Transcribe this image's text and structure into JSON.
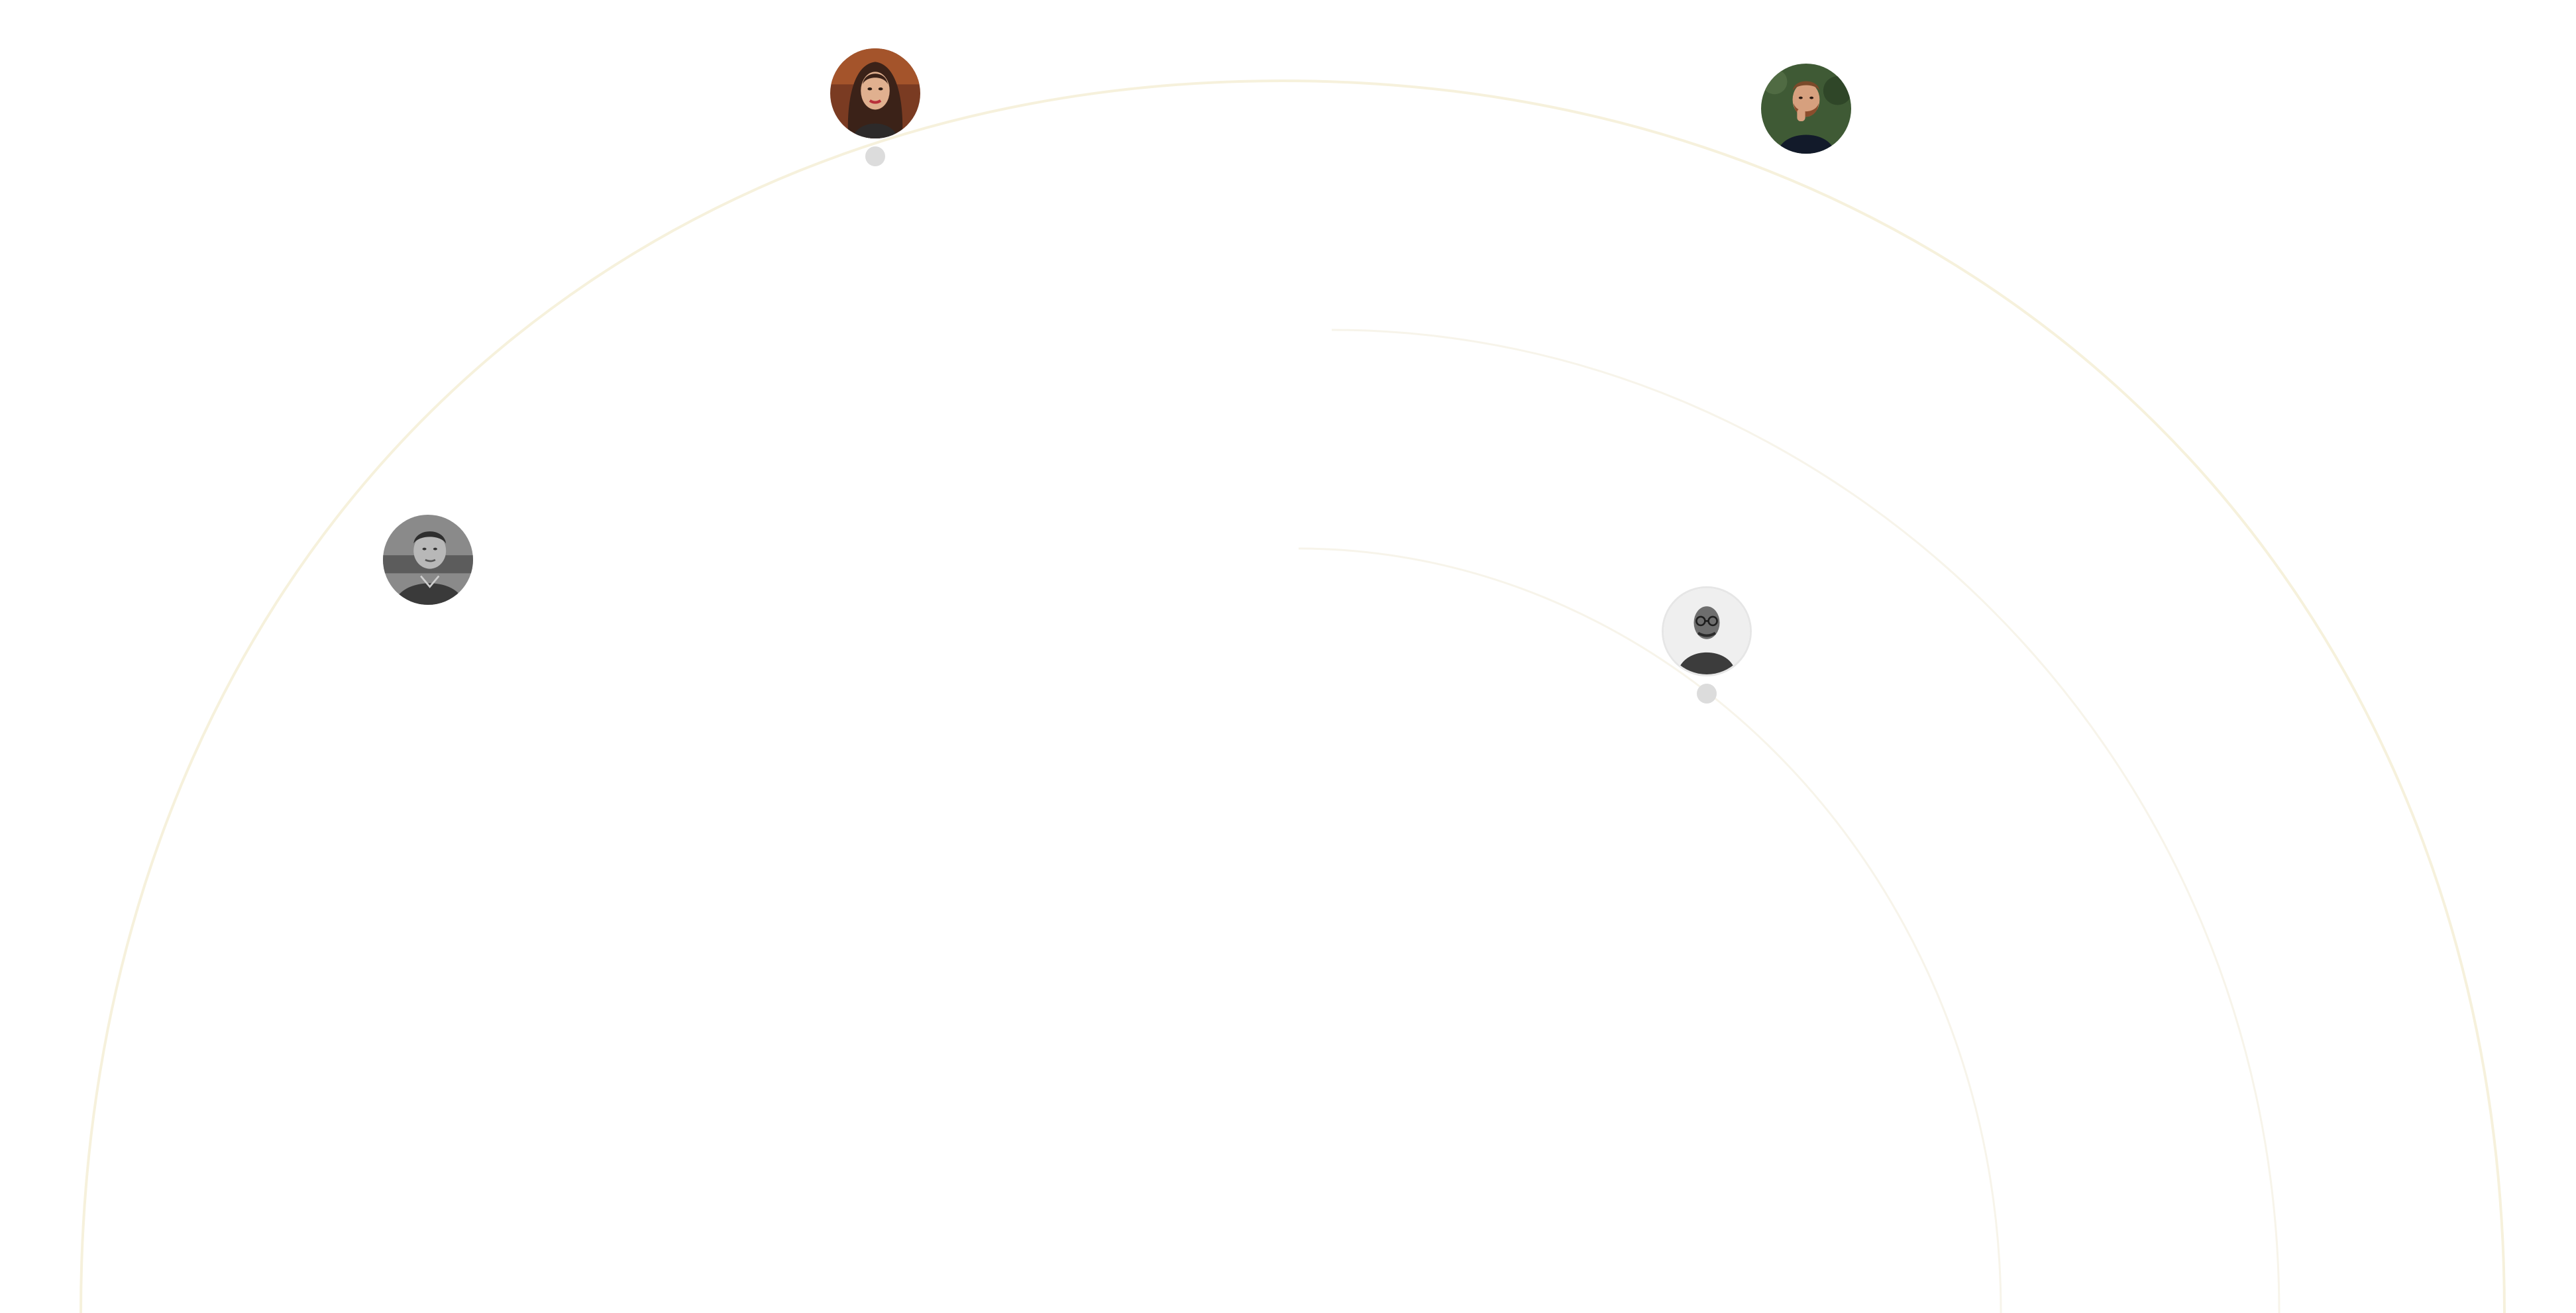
{
  "scene": {
    "orbit_color": "#f6f1dc",
    "orbit_color_faint": "#f7f4ea",
    "dot_color": "#dcdcdc",
    "avatars": [
      {
        "name": "avatar-woman-brown-hair",
        "has_dot": true
      },
      {
        "name": "avatar-man-beard-dark-sweater",
        "has_dot": false
      },
      {
        "name": "avatar-man-grayscale-left",
        "has_dot": false
      },
      {
        "name": "avatar-man-glasses-grayscale",
        "has_dot": true
      }
    ]
  }
}
